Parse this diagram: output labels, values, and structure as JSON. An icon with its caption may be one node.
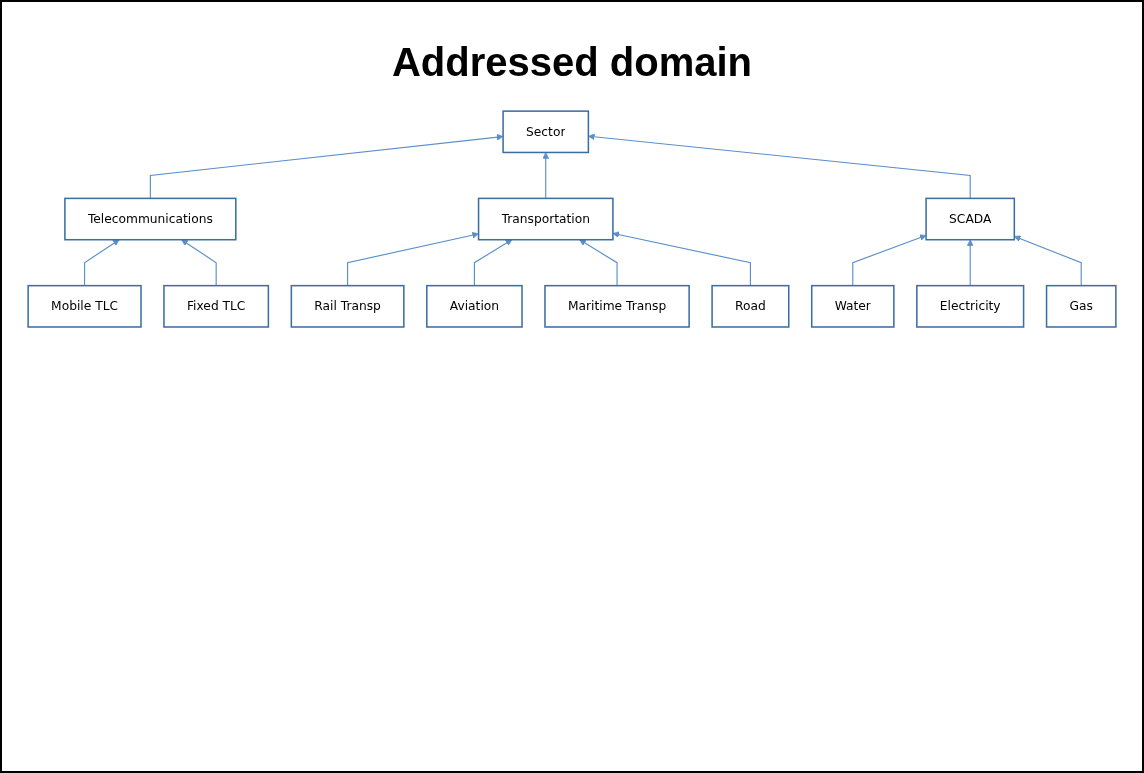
{
  "diagram": {
    "title": "Addressed domain",
    "nodes": [
      {
        "text": [
          "Sector"
        ]
      },
      {
        "text": [
          "Telecommunications"
        ]
      },
      {
        "text": [
          "Transportation"
        ]
      },
      {
        "text": [
          "SCADA"
        ]
      },
      {
        "text": [
          "Mobile TLC"
        ]
      },
      {
        "text": [
          "Fixed TLC"
        ]
      },
      {
        "text": [
          "Rail Transp"
        ]
      },
      {
        "text": [
          "Aviation"
        ]
      },
      {
        "text": [
          "Maritime Transp"
        ]
      },
      {
        "text": [
          "Road"
        ]
      },
      {
        "text": [
          "Water"
        ]
      },
      {
        "text": [
          "Electricity"
        ]
      },
      {
        "text": [
          "Gas"
        ]
      }
    ],
    "edges": [
      {
        "from": 1,
        "to": 0,
        "arrow": "to"
      },
      {
        "from": 2,
        "to": 0,
        "arrow": "to"
      },
      {
        "from": 3,
        "to": 0,
        "arrow": "to"
      },
      {
        "from": 4,
        "to": 1,
        "arrow": "to"
      },
      {
        "from": 5,
        "to": 1,
        "arrow": "to"
      },
      {
        "from": 6,
        "to": 2,
        "arrow": "to"
      },
      {
        "from": 7,
        "to": 2,
        "arrow": "to"
      },
      {
        "from": 8,
        "to": 2,
        "arrow": "to"
      },
      {
        "from": 9,
        "to": 2,
        "arrow": "to"
      },
      {
        "from": 10,
        "to": 3,
        "arrow": "to"
      },
      {
        "from": 11,
        "to": 3,
        "arrow": "to"
      },
      {
        "from": 12,
        "to": 3,
        "arrow": "to"
      }
    ]
  }
}
